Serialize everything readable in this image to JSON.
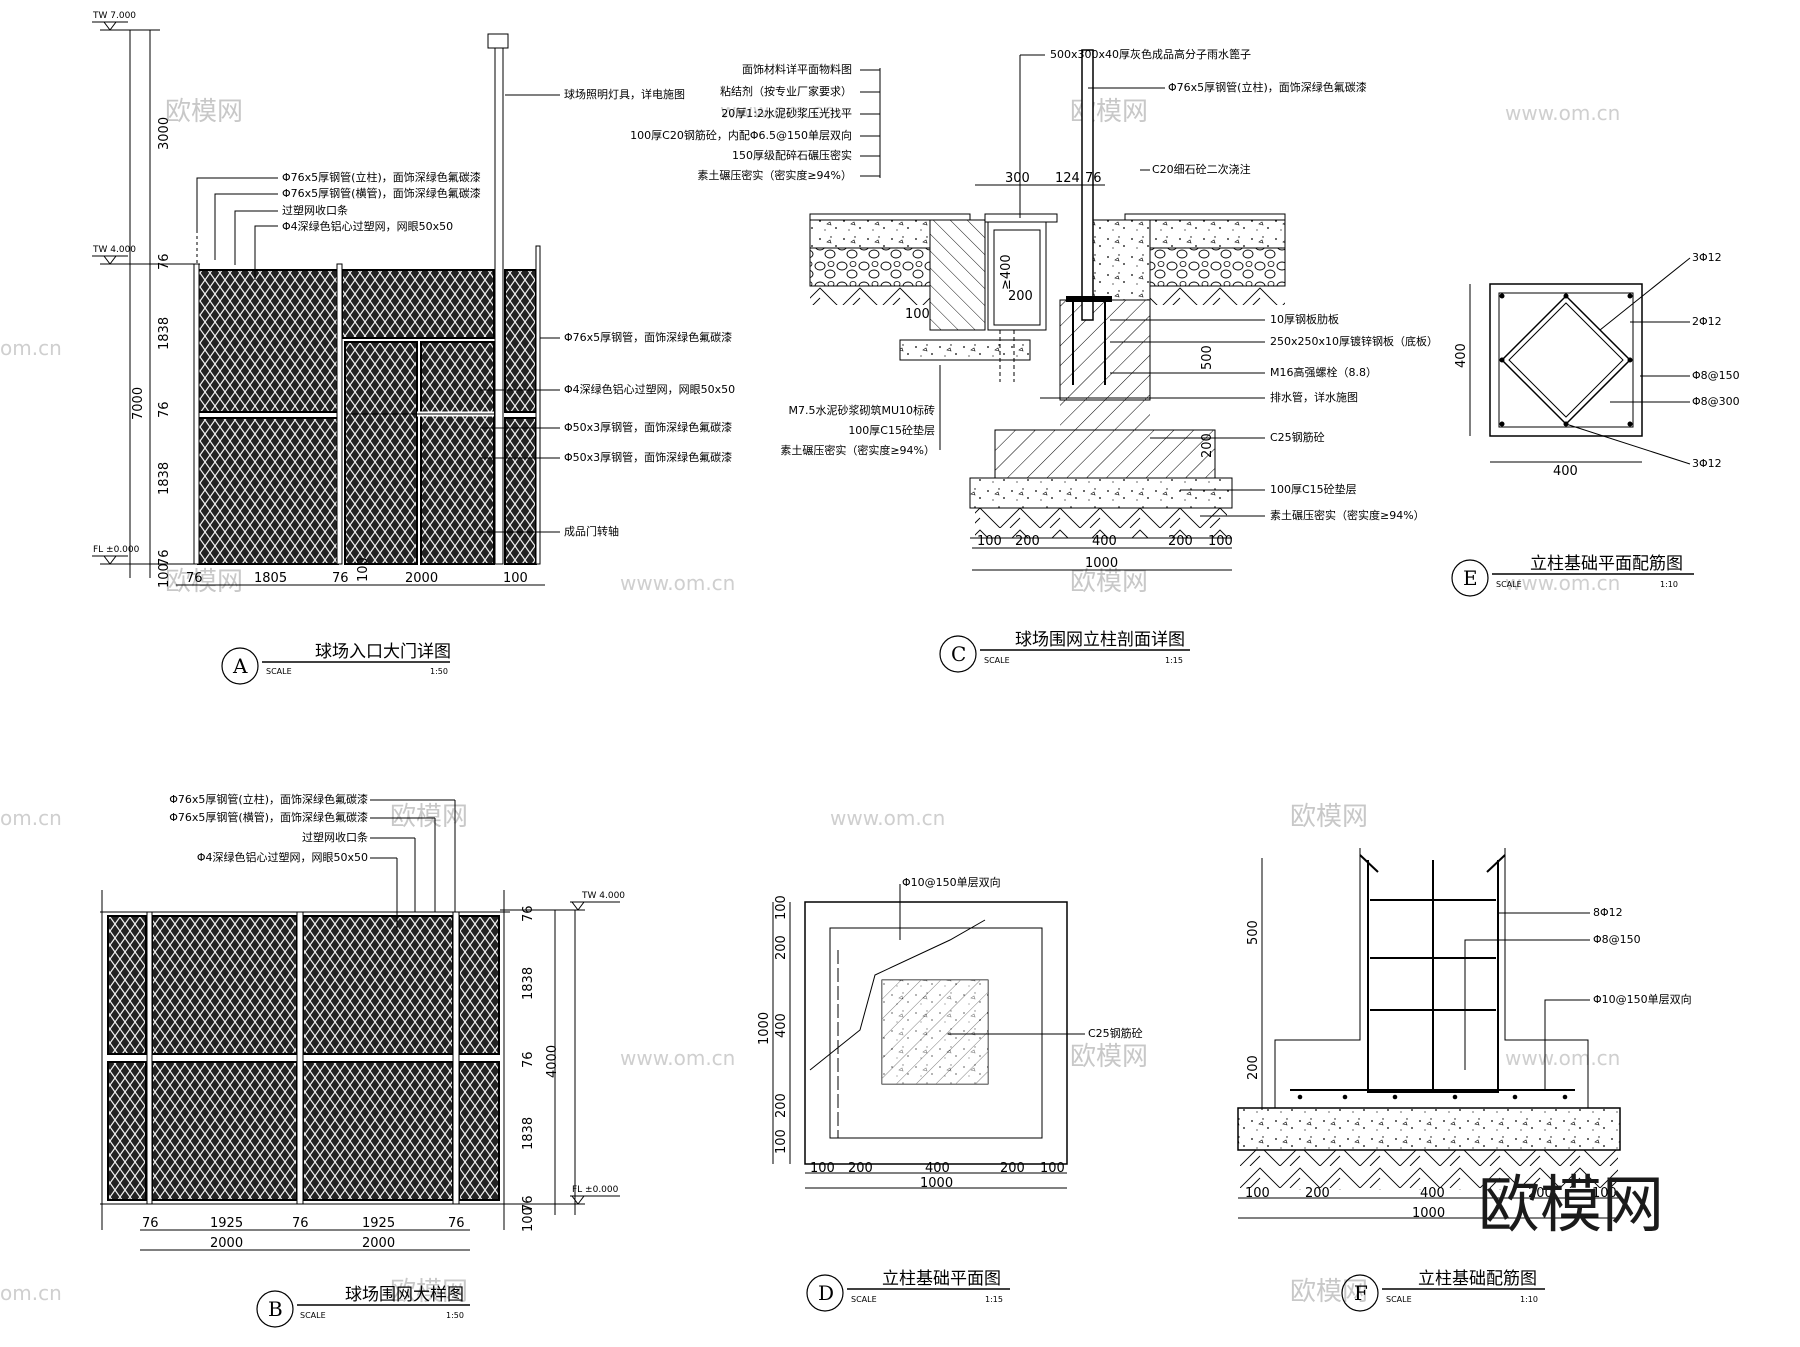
{
  "drawings": {
    "A": {
      "letter": "A",
      "title": "球场入口大门详图",
      "scale_word": "SCALE",
      "scale": "1:50",
      "levels": [
        "TW 7.000",
        "TW 4.000",
        "FL ±0.000"
      ],
      "dims_v": [
        "3000",
        "7000",
        "76",
        "1838",
        "76",
        "1838",
        "76",
        "100"
      ],
      "dims_h": [
        "76",
        "1805",
        "76",
        "2000",
        "100",
        "100"
      ],
      "notes_left": [
        "Φ76x5厚钢管(立柱)，面饰深绿色氟碳漆",
        "Φ76x5厚钢管(横管)，面饰深绿色氟碳漆",
        "过塑网收口条",
        "Φ4深绿色铝心过塑网，网眼50x50"
      ],
      "notes_right": [
        "球场照明灯具，详电施图",
        "Φ76x5厚钢管，面饰深绿色氟碳漆",
        "Φ4深绿色铝心过塑网，网眼50x50",
        "Φ50x3厚钢管，面饰深绿色氟碳漆",
        "Φ50x3厚钢管，面饰深绿色氟碳漆",
        "成品门转轴"
      ]
    },
    "B": {
      "letter": "B",
      "title": "球场围网大样图",
      "scale_word": "SCALE",
      "scale": "1:50",
      "levels": [
        "TW 4.000",
        "FL ±0.000"
      ],
      "dims_v": [
        "76",
        "1838",
        "76",
        "4000",
        "1838",
        "76",
        "100"
      ],
      "dims_h": [
        "76",
        "1925",
        "76",
        "1925",
        "76",
        "2000",
        "2000"
      ],
      "notes": [
        "Φ76x5厚钢管(立柱)，面饰深绿色氟碳漆",
        "Φ76x5厚钢管(横管)，面饰深绿色氟碳漆",
        "过塑网收口条",
        "Φ4深绿色铝心过塑网，网眼50x50"
      ]
    },
    "C": {
      "letter": "C",
      "title": "球场围网立柱剖面详图",
      "scale_word": "SCALE",
      "scale": "1:15",
      "notes_left": [
        "面饰材料详平面物料图",
        "粘结剂（按专业厂家要求）",
        "20厚1:2水泥砂浆压光找平",
        "100厚C20钢筋砼，内配Φ6.5@150单层双向",
        "150厚级配碎石碾压密实",
        "素土碾压密实（密实度≥94%）",
        "M7.5水泥砂浆砌筑MU10标砖",
        "100厚C15砼垫层",
        "素土碾压密实（密实度≥94%）"
      ],
      "notes_right": [
        "500x300x40厚灰色成品高分子雨水篦子",
        "Φ76x5厚钢管(立柱)，面饰深绿色氟碳漆",
        "C20细石砼二次浇注",
        "10厚钢板肋板",
        "250x250x10厚镀锌钢板（底板）",
        "M16高强螺栓（8.8）",
        "排水管，详水施图",
        "C25钢筋砼",
        "100厚C15砼垫层",
        "素土碾压密实（密实度≥94%）"
      ],
      "dims_top": [
        "300",
        "124",
        "76"
      ],
      "dims_mid": [
        "≥400",
        "200",
        "100",
        "500",
        "200"
      ],
      "dims_bottom": [
        "100",
        "200",
        "400",
        "200",
        "100",
        "1000"
      ]
    },
    "D": {
      "letter": "D",
      "title": "立柱基础平面图",
      "scale_word": "SCALE",
      "scale": "1:15",
      "notes": [
        "Φ10@150单层双向",
        "C25钢筋砼"
      ],
      "dims_v": [
        "100",
        "200",
        "400",
        "1000",
        "200",
        "100"
      ],
      "dims_h": [
        "100",
        "200",
        "400",
        "200",
        "100",
        "1000"
      ]
    },
    "E": {
      "letter": "E",
      "title": "立柱基础平面配筋图",
      "scale_word": "SCALE",
      "scale": "1:10",
      "notes": [
        "3Φ12",
        "2Φ12",
        "Φ8@150",
        "Φ8@300",
        "3Φ12"
      ],
      "dims": [
        "400",
        "400"
      ]
    },
    "F": {
      "letter": "F",
      "title": "立柱基础配筋图",
      "scale_word": "SCALE",
      "scale": "1:10",
      "notes": [
        "8Φ12",
        "Φ8@150",
        "Φ10@150单层双向"
      ],
      "dims_v": [
        "500",
        "200"
      ],
      "dims_h": [
        "100",
        "200",
        "400",
        "200",
        "100",
        "1000"
      ]
    }
  },
  "watermarks": {
    "brand": "欧模网",
    "site": "www.om.cn",
    "site_edge": "om.cn"
  }
}
